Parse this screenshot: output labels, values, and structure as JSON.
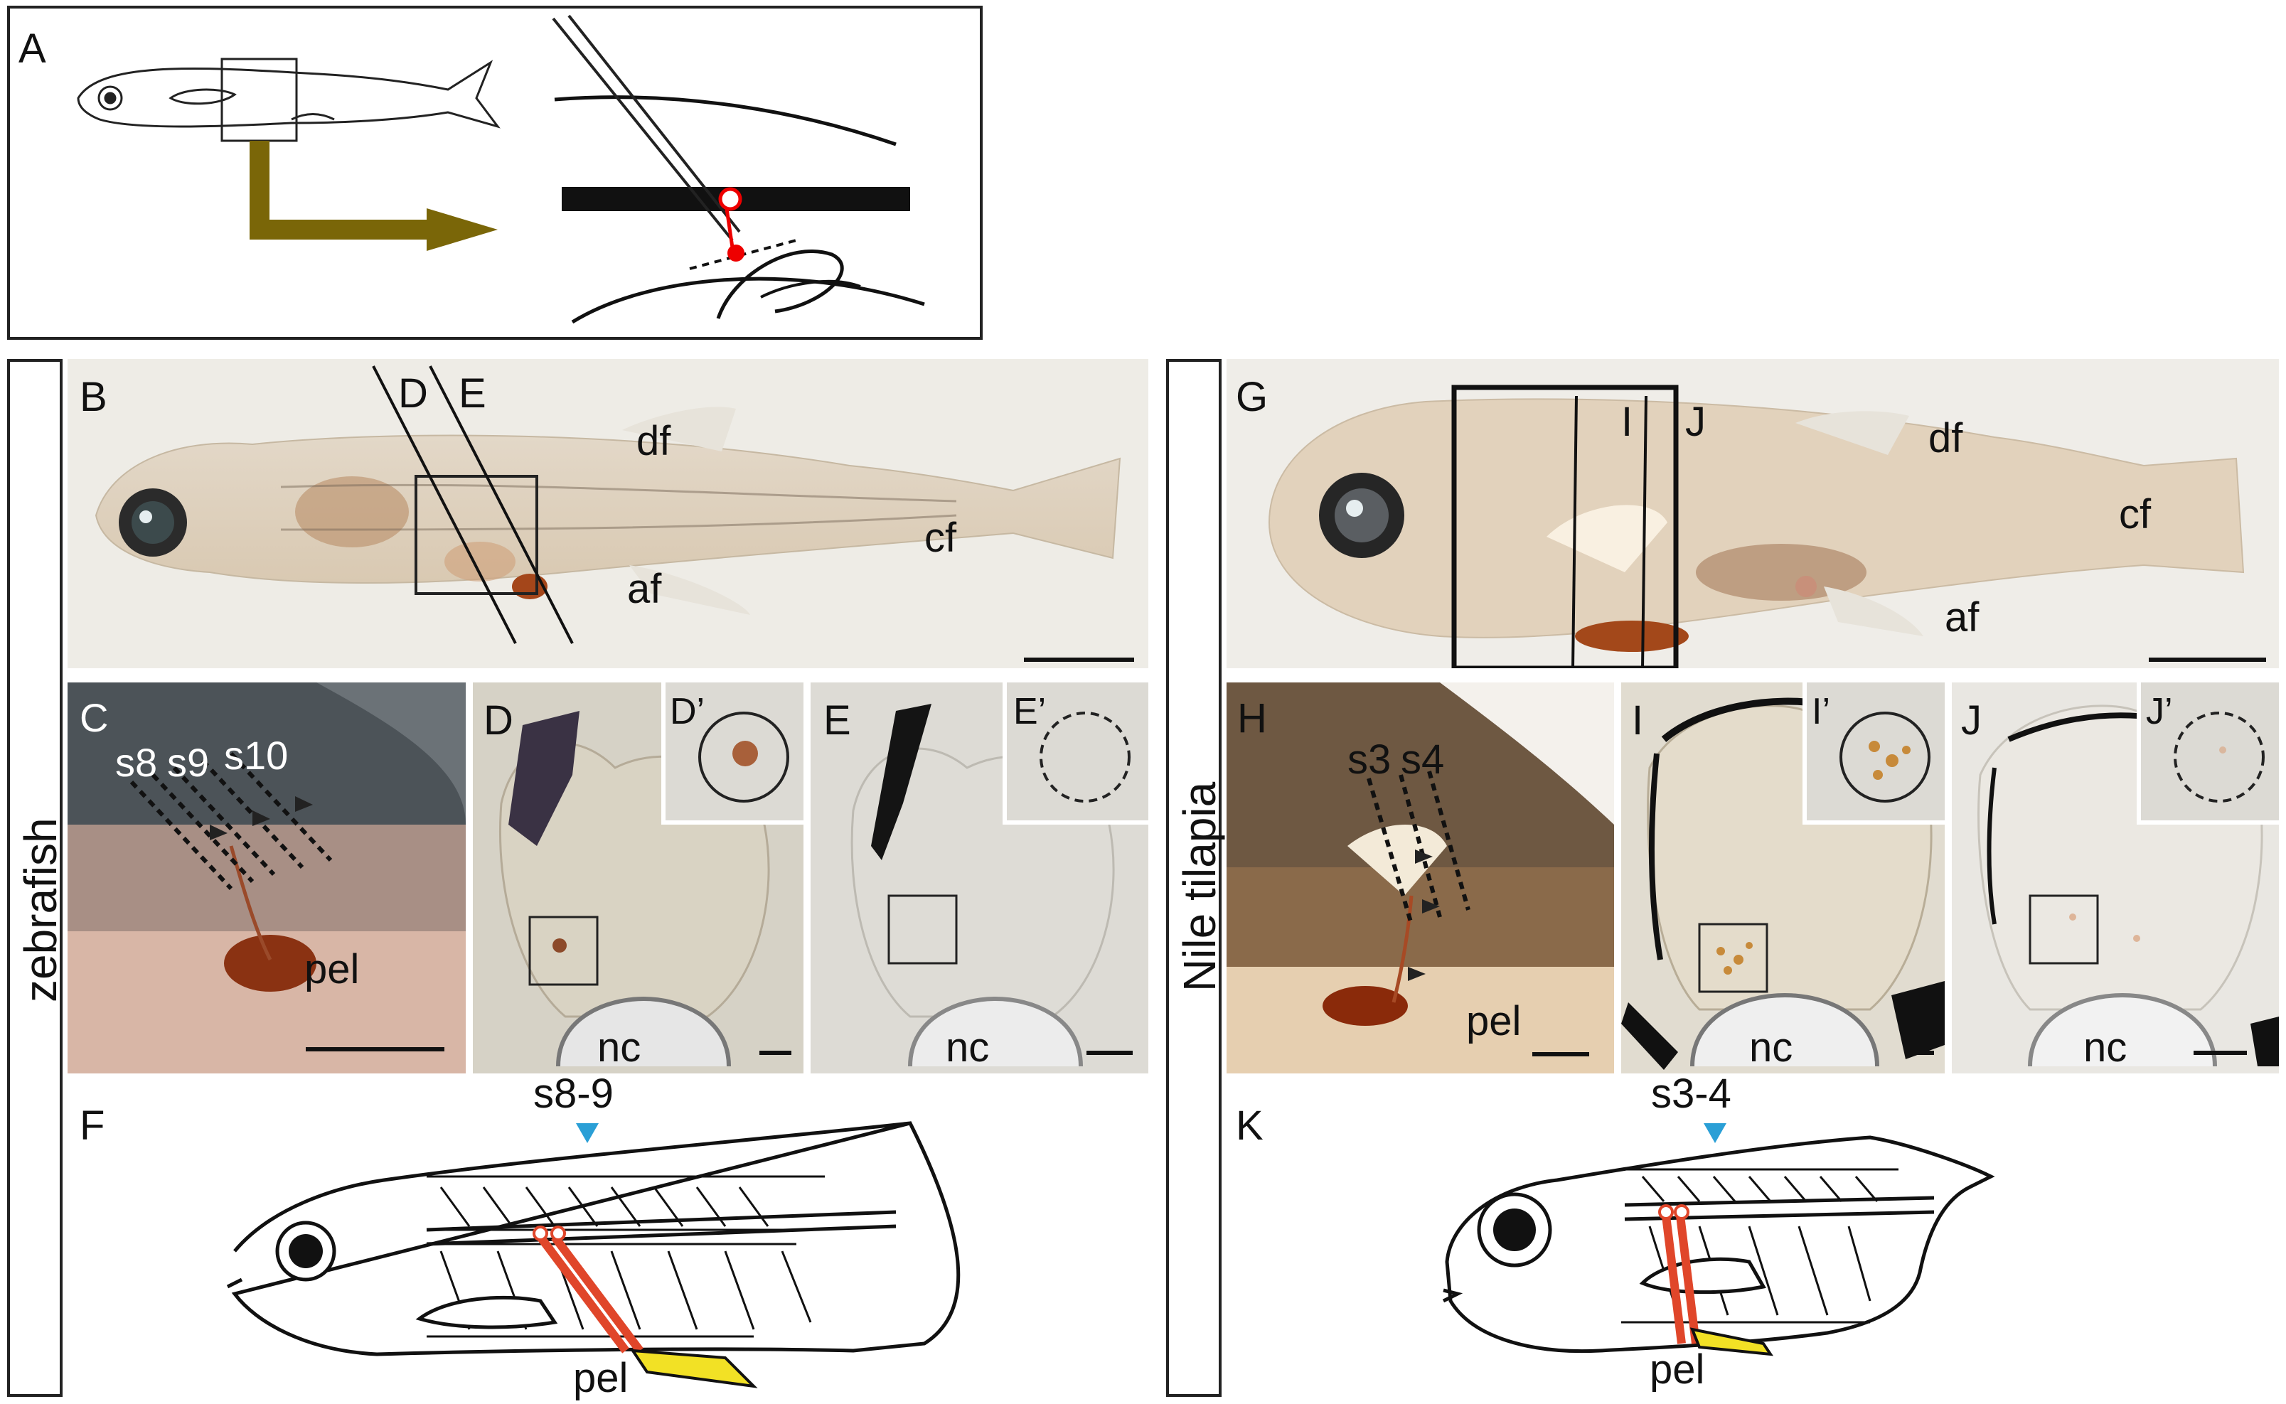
{
  "panels": {
    "A": "A",
    "B": "B",
    "C": "C",
    "D": "D",
    "D_prime": "D’",
    "E": "E",
    "E_prime": "E’",
    "F": "F",
    "G": "G",
    "H": "H",
    "I": "I",
    "I_prime": "I’",
    "J": "J",
    "J_prime": "J’",
    "K": "K"
  },
  "species": {
    "left": "zebrafish",
    "right": "Nile tilapia"
  },
  "zebrafish": {
    "section_lines": [
      "D",
      "E"
    ],
    "fins": {
      "dorsal": "df",
      "caudal": "cf",
      "anal": "af"
    },
    "segments": [
      "s8",
      "s9",
      "s10"
    ],
    "pelvic": "pel",
    "notochord": "nc",
    "schematic_marker": "s8-9",
    "schematic_pelvic": "pel"
  },
  "tilapia": {
    "section_lines": [
      "I",
      "J"
    ],
    "fins": {
      "dorsal": "df",
      "caudal": "cf",
      "anal": "af"
    },
    "segments": [
      "s3",
      "s4"
    ],
    "pelvic": "pel",
    "notochord": "nc",
    "schematic_marker": "s3-4",
    "schematic_pelvic": "pel"
  },
  "colors": {
    "olive_arrow": "#7a6608",
    "marker": "#2a9fd6",
    "neuron_red": "#e0462a",
    "fin_yellow": "#f2e125",
    "label_red": "#e00000"
  }
}
